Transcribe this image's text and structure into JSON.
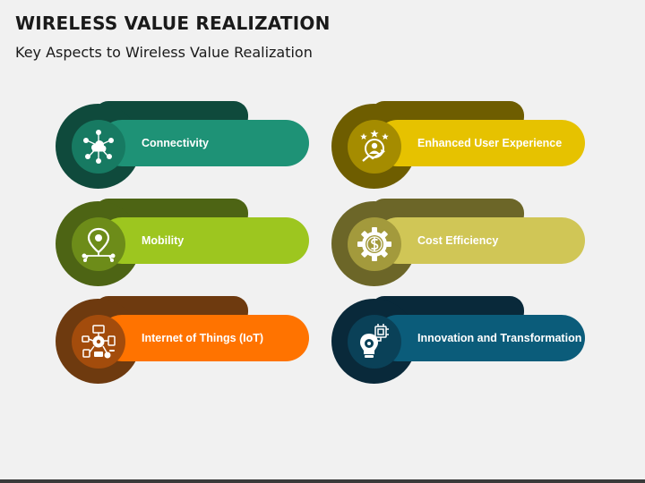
{
  "header": {
    "title": "WIRELESS VALUE REALIZATION",
    "subtitle": "Key Aspects to Wireless Value Realization"
  },
  "items": [
    {
      "label": "Connectivity",
      "icon": "network-cloud-icon",
      "colors": {
        "main": "#1e9276",
        "dark": "#0f4a3c",
        "ring": "#177a62"
      }
    },
    {
      "label": "Enhanced User Experience",
      "icon": "user-rating-icon",
      "colors": {
        "main": "#e6c200",
        "dark": "#6e5d00",
        "ring": "#a58c00"
      }
    },
    {
      "label": "Mobility",
      "icon": "location-pin-icon",
      "colors": {
        "main": "#9dc61f",
        "dark": "#4d6414",
        "ring": "#6d8c19"
      }
    },
    {
      "label": "Cost Efficiency",
      "icon": "dollar-gear-icon",
      "colors": {
        "main": "#d0c656",
        "dark": "#6c6628",
        "ring": "#a39a3c"
      }
    },
    {
      "label": "Internet of Things (IoT)",
      "icon": "iot-devices-icon",
      "colors": {
        "main": "#ff7300",
        "dark": "#6e3a0f",
        "ring": "#a34c0c"
      }
    },
    {
      "label": "Innovation and Transformation",
      "icon": "lightbulb-gear-icon",
      "colors": {
        "main": "#0b5c7a",
        "dark": "#09293a",
        "ring": "#0a4158"
      }
    }
  ]
}
